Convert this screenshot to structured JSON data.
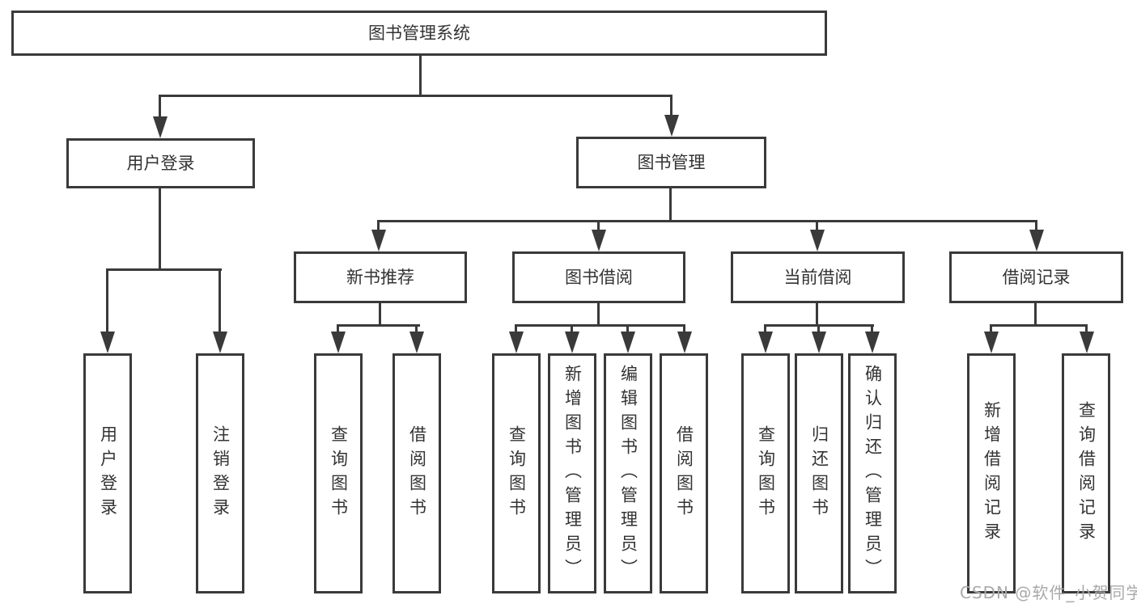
{
  "diagram": {
    "type": "tree",
    "root": {
      "label": "图书管理系统",
      "children": [
        {
          "label": "用户登录",
          "children": [
            {
              "label": "用户登录"
            },
            {
              "label": "注销登录"
            }
          ]
        },
        {
          "label": "图书管理",
          "children": [
            {
              "label": "新书推荐",
              "children": [
                {
                  "label": "查询图书"
                },
                {
                  "label": "借阅图书"
                }
              ]
            },
            {
              "label": "图书借阅",
              "children": [
                {
                  "label": "查询图书"
                },
                {
                  "label": "新增图书（管理员）"
                },
                {
                  "label": "编辑图书（管理员）"
                },
                {
                  "label": "借阅图书"
                }
              ]
            },
            {
              "label": "当前借阅",
              "children": [
                {
                  "label": "查询图书"
                },
                {
                  "label": "归还图书"
                },
                {
                  "label": "确认归还（管理员）"
                }
              ]
            },
            {
              "label": "借阅记录",
              "children": [
                {
                  "label": "新增借阅记录"
                },
                {
                  "label": "查询借阅记录"
                }
              ]
            }
          ]
        }
      ]
    },
    "colors": {
      "line": "#3a3a3a",
      "text": "#333333",
      "background": "#ffffff",
      "watermark": "#a9a9a9"
    }
  },
  "watermark": {
    "text": "CSDN @软件_小贺同学"
  }
}
